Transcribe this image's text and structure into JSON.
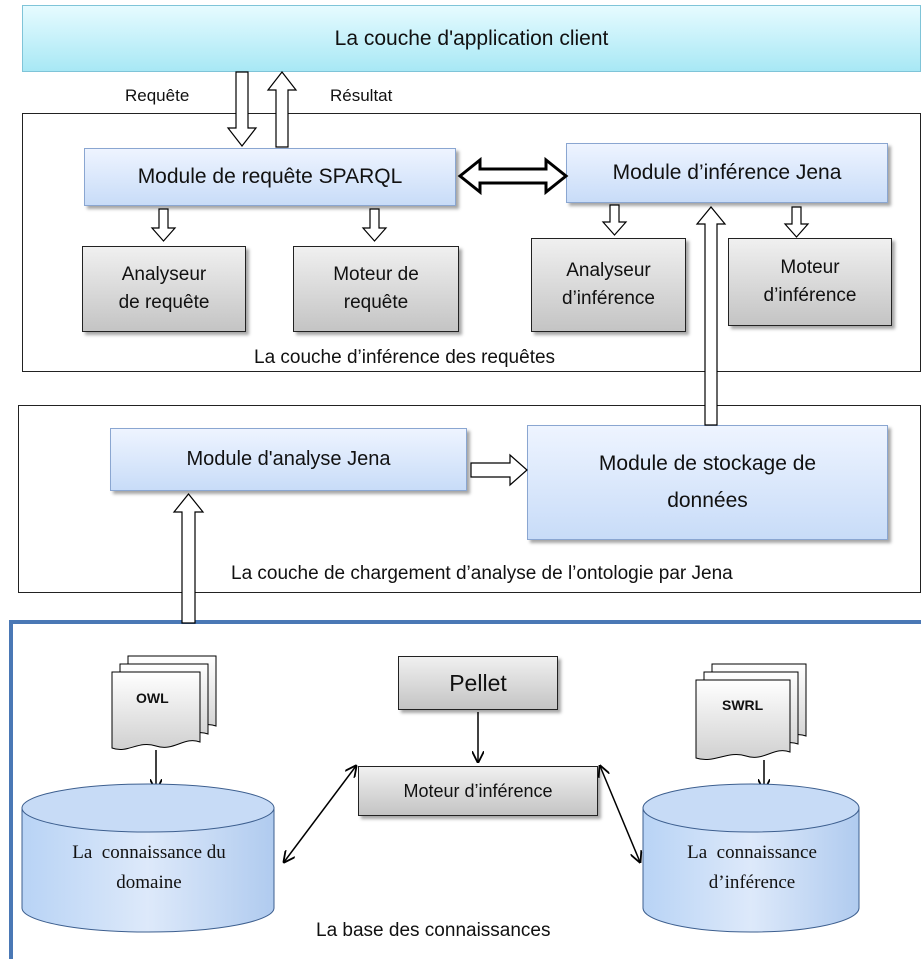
{
  "client_layer": {
    "title": "La couche d'application client"
  },
  "flow_labels": {
    "request": "Requête",
    "result": "Résultat"
  },
  "query_layer": {
    "caption": "La couche d’inférence des requêtes",
    "sparql_module": "Module de requête SPARQL",
    "inference_module": "Module d’inférence Jena",
    "query_analyzer": [
      "Analyseur",
      "de requête"
    ],
    "query_engine": [
      "Moteur de",
      "requête"
    ],
    "inference_analyzer": [
      "Analyseur",
      "d’inférence"
    ],
    "inference_engine": [
      "Moteur",
      "d’inférence"
    ]
  },
  "loading_layer": {
    "caption": "La couche de chargement d’analyse de l’ontologie par Jena",
    "analysis_module": "Module d'analyse Jena",
    "storage_module": [
      "Module de stockage de",
      "données"
    ]
  },
  "knowledge_base": {
    "caption": "La base des connaissances",
    "owl_doc": "OWL",
    "swrl_doc": "SWRL",
    "pellet": "Pellet",
    "reasoner": "Moteur d’inférence",
    "domain_knowledge": [
      "La  connaissance du",
      "domaine"
    ],
    "inference_knowledge": [
      "La  connaissance",
      "d’inférence"
    ]
  }
}
